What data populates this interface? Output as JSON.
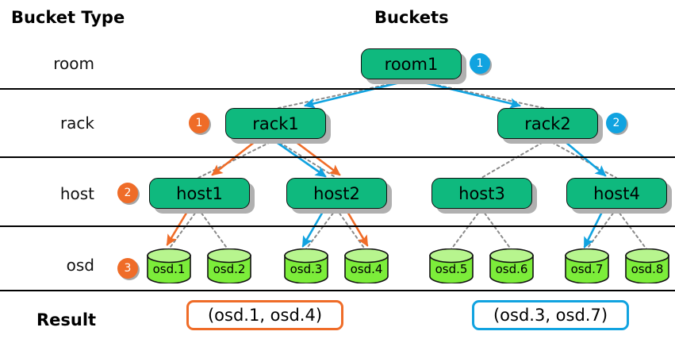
{
  "headers": {
    "left": "Bucket Type",
    "right": "Buckets",
    "result": "Result"
  },
  "bucket_types": [
    {
      "label": "room"
    },
    {
      "label": "rack"
    },
    {
      "label": "host"
    },
    {
      "label": "osd"
    }
  ],
  "buckets": {
    "room": [
      {
        "label": "room1"
      }
    ],
    "rack": [
      {
        "label": "rack1"
      },
      {
        "label": "rack2"
      }
    ],
    "host": [
      {
        "label": "host1"
      },
      {
        "label": "host2"
      },
      {
        "label": "host3"
      },
      {
        "label": "host4"
      }
    ],
    "osd": [
      {
        "label": "osd.1"
      },
      {
        "label": "osd.2"
      },
      {
        "label": "osd.3"
      },
      {
        "label": "osd.4"
      },
      {
        "label": "osd.5"
      },
      {
        "label": "osd.6"
      },
      {
        "label": "osd.7"
      },
      {
        "label": "osd.8"
      }
    ]
  },
  "badges": [
    {
      "value": "1",
      "color": "blue",
      "near": "room1"
    },
    {
      "value": "1",
      "color": "orange",
      "near": "rack1"
    },
    {
      "value": "2",
      "color": "blue",
      "near": "rack2"
    },
    {
      "value": "2",
      "color": "orange",
      "near": "host1"
    },
    {
      "value": "3",
      "color": "orange",
      "near": "osd.1"
    }
  ],
  "results": [
    {
      "label": "(osd.1, osd.4)",
      "color": "orange"
    },
    {
      "label": "(osd.3, osd.7)",
      "color": "blue"
    }
  ],
  "colors": {
    "bucket_fill": "#0fb97e",
    "bucket_shadow": "#b0b0b0",
    "osd_fill": "#7ced3a",
    "osd_top": "#b7f58e",
    "orange": "#ef6c28",
    "blue": "#11a3e0",
    "tree_edge": "#8a8a8a",
    "divider": "#000000"
  },
  "paths": {
    "orange_selection": [
      "room1 → rack1",
      "rack1 → host1",
      "rack1 → host2",
      "host1 → osd.1",
      "host2 → osd.4"
    ],
    "blue_selection": [
      "room1 → rack1",
      "room1 → rack2",
      "rack1 → host2",
      "rack2 → host4",
      "host2 → osd.3",
      "host4 → osd.7"
    ]
  }
}
